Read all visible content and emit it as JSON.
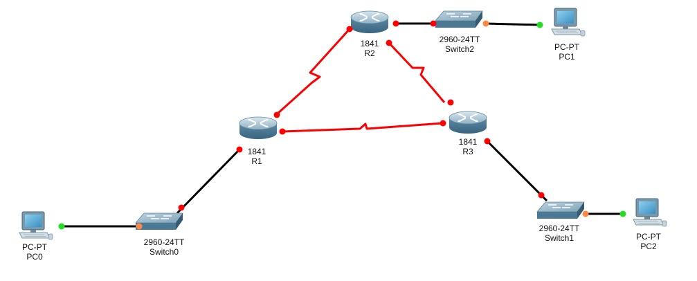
{
  "colors": {
    "serial_link": "#ff0000",
    "ethernet_link": "#000000",
    "port_red": "#ff0000",
    "port_green": "#22dd22",
    "port_orange": "#ff8844"
  },
  "devices": {
    "r1": {
      "model": "1841",
      "name": "R1",
      "icon": "router-icon"
    },
    "r2": {
      "model": "1841",
      "name": "R2",
      "icon": "router-icon"
    },
    "r3": {
      "model": "1841",
      "name": "R3",
      "icon": "router-icon"
    },
    "switch0": {
      "model": "2960-24TT",
      "name": "Switch0",
      "icon": "switch-icon"
    },
    "switch1": {
      "model": "2960-24TT",
      "name": "Switch1",
      "icon": "switch-icon"
    },
    "switch2": {
      "model": "2960-24TT",
      "name": "Switch2",
      "icon": "switch-icon"
    },
    "pc0": {
      "model": "PC-PT",
      "name": "PC0",
      "icon": "pc-icon"
    },
    "pc1": {
      "model": "PC-PT",
      "name": "PC1",
      "icon": "pc-icon"
    },
    "pc2": {
      "model": "PC-PT",
      "name": "PC2",
      "icon": "pc-icon"
    }
  },
  "links": [
    {
      "from": "r1",
      "to": "r2",
      "type": "serial",
      "from_port": "red",
      "to_port": "red"
    },
    {
      "from": "r1",
      "to": "r3",
      "type": "serial",
      "from_port": "red",
      "to_port": "red"
    },
    {
      "from": "r2",
      "to": "r3",
      "type": "serial",
      "from_port": "red",
      "to_port": "red"
    },
    {
      "from": "r1",
      "to": "switch0",
      "type": "ethernet",
      "from_port": "red",
      "to_port": "red"
    },
    {
      "from": "switch0",
      "to": "pc0",
      "type": "ethernet",
      "from_port": "orange",
      "to_port": "green"
    },
    {
      "from": "r2",
      "to": "switch2",
      "type": "ethernet",
      "from_port": "red",
      "to_port": "red"
    },
    {
      "from": "switch2",
      "to": "pc1",
      "type": "ethernet",
      "from_port": "orange",
      "to_port": "green"
    },
    {
      "from": "r3",
      "to": "switch1",
      "type": "ethernet",
      "from_port": "red",
      "to_port": "red"
    },
    {
      "from": "switch1",
      "to": "pc2",
      "type": "ethernet",
      "from_port": "orange",
      "to_port": "green"
    }
  ]
}
